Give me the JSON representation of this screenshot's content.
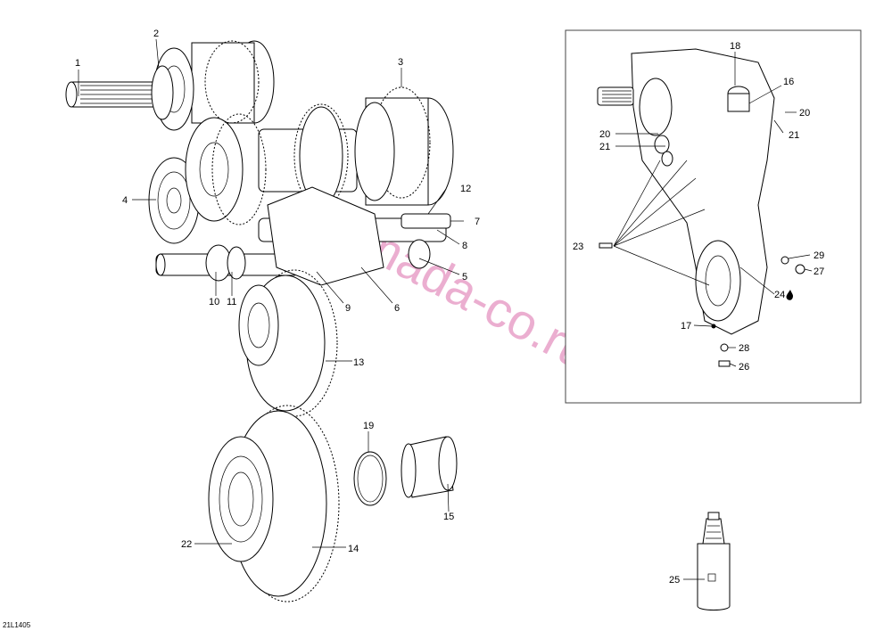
{
  "figure_id": "21L1405",
  "watermark": "armada-co.ru",
  "callouts": {
    "c1": "1",
    "c2": "2",
    "c3": "3",
    "c4": "4",
    "c5": "5",
    "c6": "6",
    "c7": "7",
    "c8": "8",
    "c9": "9",
    "c10": "10",
    "c11": "11",
    "c12": "12",
    "c13": "13",
    "c14": "14",
    "c15": "15",
    "c16": "16",
    "c17": "17",
    "c18": "18",
    "c19": "19",
    "c20a": "20",
    "c20b": "20",
    "c21a": "21",
    "c21b": "21",
    "c22": "22",
    "c23": "23",
    "c24": "24",
    "c25": "25",
    "c26": "26",
    "c27": "27",
    "c28": "28",
    "c29": "29"
  },
  "icons": {
    "oil_drop": "oil-drop-icon"
  }
}
